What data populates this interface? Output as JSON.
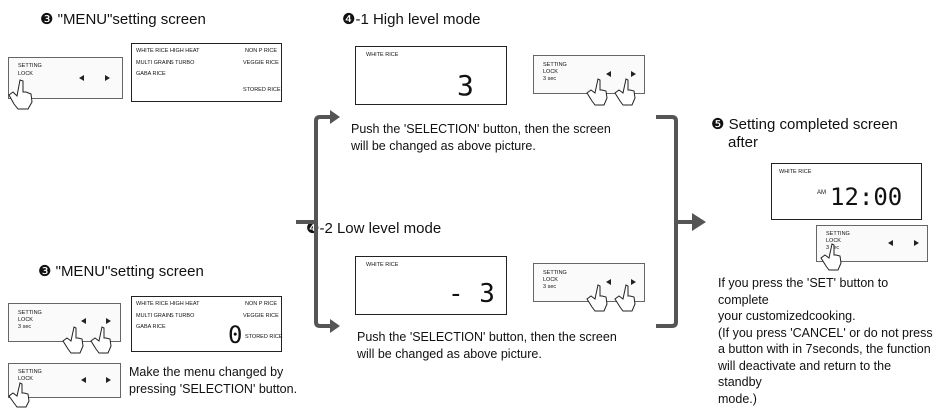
{
  "section3_top": {
    "title": "❸ \"MENU\"setting screen"
  },
  "section3_bottom": {
    "title": "❸ \"MENU\"setting screen",
    "desc": [
      "Make the menu changed by",
      "pressing 'SELECTION' button."
    ]
  },
  "section4_1": {
    "title": "❹-1 High level mode",
    "value": "3",
    "desc": [
      "Push the 'SELECTION' button, then the screen",
      "will be changed as above picture."
    ]
  },
  "section4_2": {
    "title": "❹-2 Low level mode",
    "value": "- 3",
    "desc": [
      "Push the 'SELECTION' button, then the screen",
      "will be changed as above picture."
    ]
  },
  "section5": {
    "title": [
      "❺ Setting completed screen",
      "after"
    ],
    "am": "AM",
    "time": "12:00",
    "desc": [
      "If you press the 'SET' button to complete",
      "your customizedcooking.",
      "(If you press 'CANCEL' or do not press",
      "a button with in 7seconds, the function",
      "will deactivate and return to the standby",
      "mode.)"
    ]
  },
  "panel": {
    "setting": "SETTING",
    "lock": "LOCK",
    "sub": "3 sec"
  },
  "menu": {
    "white_rice": "WHITE RICE",
    "high_heat": "HIGH HEAT",
    "multigrain": "MULTI GRAIN",
    "s_turbo": "S TURBO",
    "gaba_rice": "GABA RICE",
    "non_p_rice": "NON P RICE",
    "veggie_rice": "VEGGIE RICE",
    "stored_rice": "STORED RICE",
    "digit": "0"
  },
  "lcd_label": "WHITE RICE"
}
